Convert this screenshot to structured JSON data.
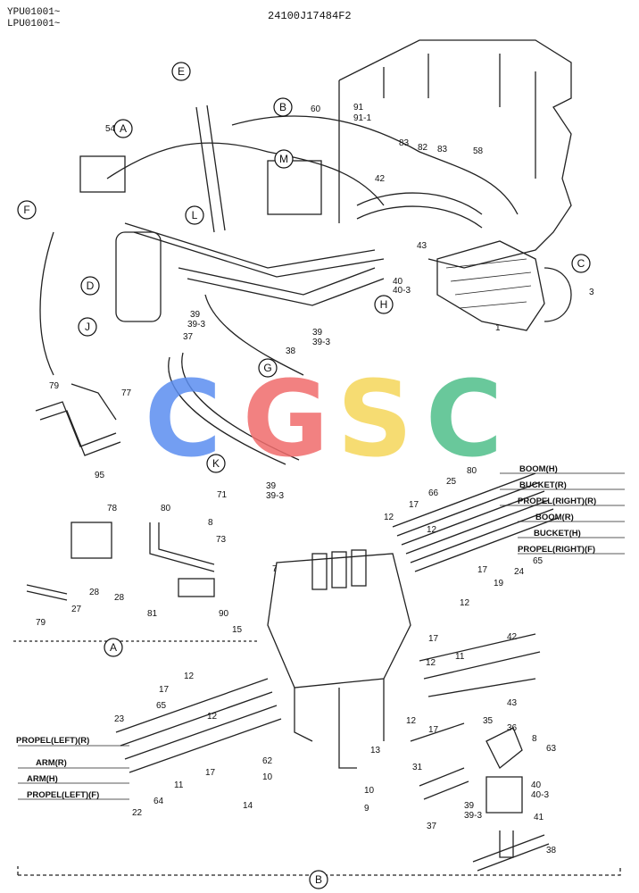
{
  "header": {
    "serial_lines": [
      "YPU01001~",
      "LPU01001~"
    ],
    "drawing_code": "24100J17484F2"
  },
  "watermark": {
    "letters": [
      "C",
      "G",
      "S",
      "C"
    ],
    "colors": [
      "#5b8ef0",
      "#f06c6c",
      "#f5d65a",
      "#4fbf8a"
    ]
  },
  "view_callouts": [
    "E",
    "B",
    "A",
    "M",
    "F",
    "L",
    "C",
    "D",
    "H",
    "J",
    "G",
    "K"
  ],
  "part_numbers_upper": [
    "54",
    "60",
    "91",
    "91-1",
    "83",
    "82",
    "83",
    "58",
    "42",
    "43",
    "3",
    "1",
    "39",
    "39-3",
    "37",
    "39",
    "39-3",
    "38",
    "40",
    "40-3",
    "79",
    "77",
    "95",
    "39",
    "39-3"
  ],
  "detail_a": {
    "label": "A",
    "parts": [
      "78",
      "80",
      "71",
      "8",
      "73",
      "28",
      "28",
      "27",
      "79",
      "81",
      "90"
    ]
  },
  "detail_b": {
    "label": "B",
    "parts": [
      "7",
      "15",
      "12",
      "17",
      "66",
      "25",
      "80",
      "12",
      "17",
      "19",
      "24",
      "65",
      "12",
      "17",
      "12",
      "11",
      "42",
      "43",
      "12",
      "17",
      "35",
      "36",
      "8",
      "63",
      "65",
      "23",
      "12",
      "17",
      "12",
      "17",
      "11",
      "13",
      "62",
      "10",
      "14",
      "10",
      "9",
      "22",
      "64",
      "31",
      "40",
      "40-3",
      "39",
      "39-3",
      "37",
      "41",
      "38"
    ],
    "hose_labels_right": [
      "BOOM(H)",
      "BUCKET(R)",
      "PROPEL(RIGHT)(R)",
      "BOOM(R)",
      "BUCKET(H)",
      "PROPEL(RIGHT)(F)"
    ],
    "hose_labels_left": [
      "PROPEL(LEFT)(R)",
      "ARM(R)",
      "ARM(H)",
      "PROPEL(LEFT)(F)"
    ]
  }
}
